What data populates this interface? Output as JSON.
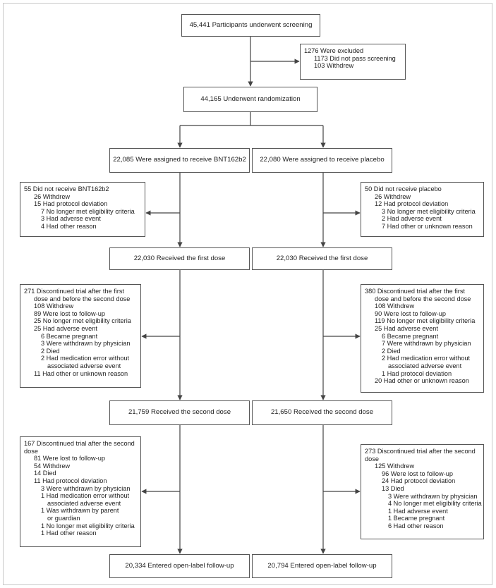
{
  "boxes": {
    "screening": "45,441 Participants underwent screening",
    "excluded": [
      "1276 Were excluded",
      "1173 Did not pass screening",
      "103 Withdrew"
    ],
    "randomization": "44,165 Underwent randomization",
    "assigned_bnt": "22,085 Were assigned to receive BNT162b2",
    "assigned_placebo": "22,080 Were assigned to receive placebo",
    "bnt_not_received": [
      "55 Did not receive BNT162b2",
      "26 Withdrew",
      "15 Had protocol deviation",
      "7 No longer met eligibility criteria",
      "3 Had adverse event",
      "4 Had other reason"
    ],
    "placebo_not_received": [
      "50 Did not receive placebo",
      "26 Withdrew",
      "12 Had protocol deviation",
      "3 No longer met eligibility criteria",
      "2 Had adverse event",
      "7 Had other or unknown reason"
    ],
    "bnt_first_dose": "22,030 Received the first dose",
    "placebo_first_dose": "22,030 Received the first dose",
    "bnt_disc_first": [
      "271 Discontinued trial after the first",
      "dose and before the second dose",
      "108 Withdrew",
      "89 Were lost to follow-up",
      "25 No longer met eligibility criteria",
      "25 Had adverse event",
      "6 Became pregnant",
      "3 Were withdrawn by physician",
      "2 Died",
      "2 Had medication error without",
      "associated adverse event",
      "11 Had other or unknown reason"
    ],
    "placebo_disc_first": [
      "380 Discontinued trial after the first",
      "dose and before the second dose",
      "108 Withdrew",
      "90 Were lost to follow-up",
      "119 No longer met eligibility criteria",
      "25 Had adverse event",
      "6 Became pregnant",
      "7 Were withdrawn by physician",
      "2 Died",
      "2 Had medication error without",
      "associated adverse event",
      "1 Had protocol deviation",
      "20 Had other or unknown reason"
    ],
    "bnt_second_dose": "21,759 Received the second dose",
    "placebo_second_dose": "21,650 Received the second dose",
    "bnt_disc_second": [
      "167 Discontinued trial after the second",
      "dose",
      "81 Were lost to follow-up",
      "54 Withdrew",
      "14 Died",
      "11 Had protocol deviation",
      "3 Were withdrawn by physician",
      "1 Had medication error without",
      "associated adverse event",
      "1 Was withdrawn by parent",
      "or guardian",
      "1 No longer met eligibility criteria",
      "1 Had other reason"
    ],
    "placebo_disc_second": [
      "273 Discontinued trial after the second",
      "dose",
      "125 Withdrew",
      "96 Were lost to follow-up",
      "24 Had protocol deviation",
      "13 Died",
      "3 Were withdrawn by physician",
      "4 No longer met eligibility criteria",
      "1 Had adverse event",
      "1 Became pregnant",
      "6 Had other reason"
    ],
    "bnt_open_label": "20,334 Entered open-label follow-up",
    "placebo_open_label": "20,794 Entered open-label follow-up"
  }
}
